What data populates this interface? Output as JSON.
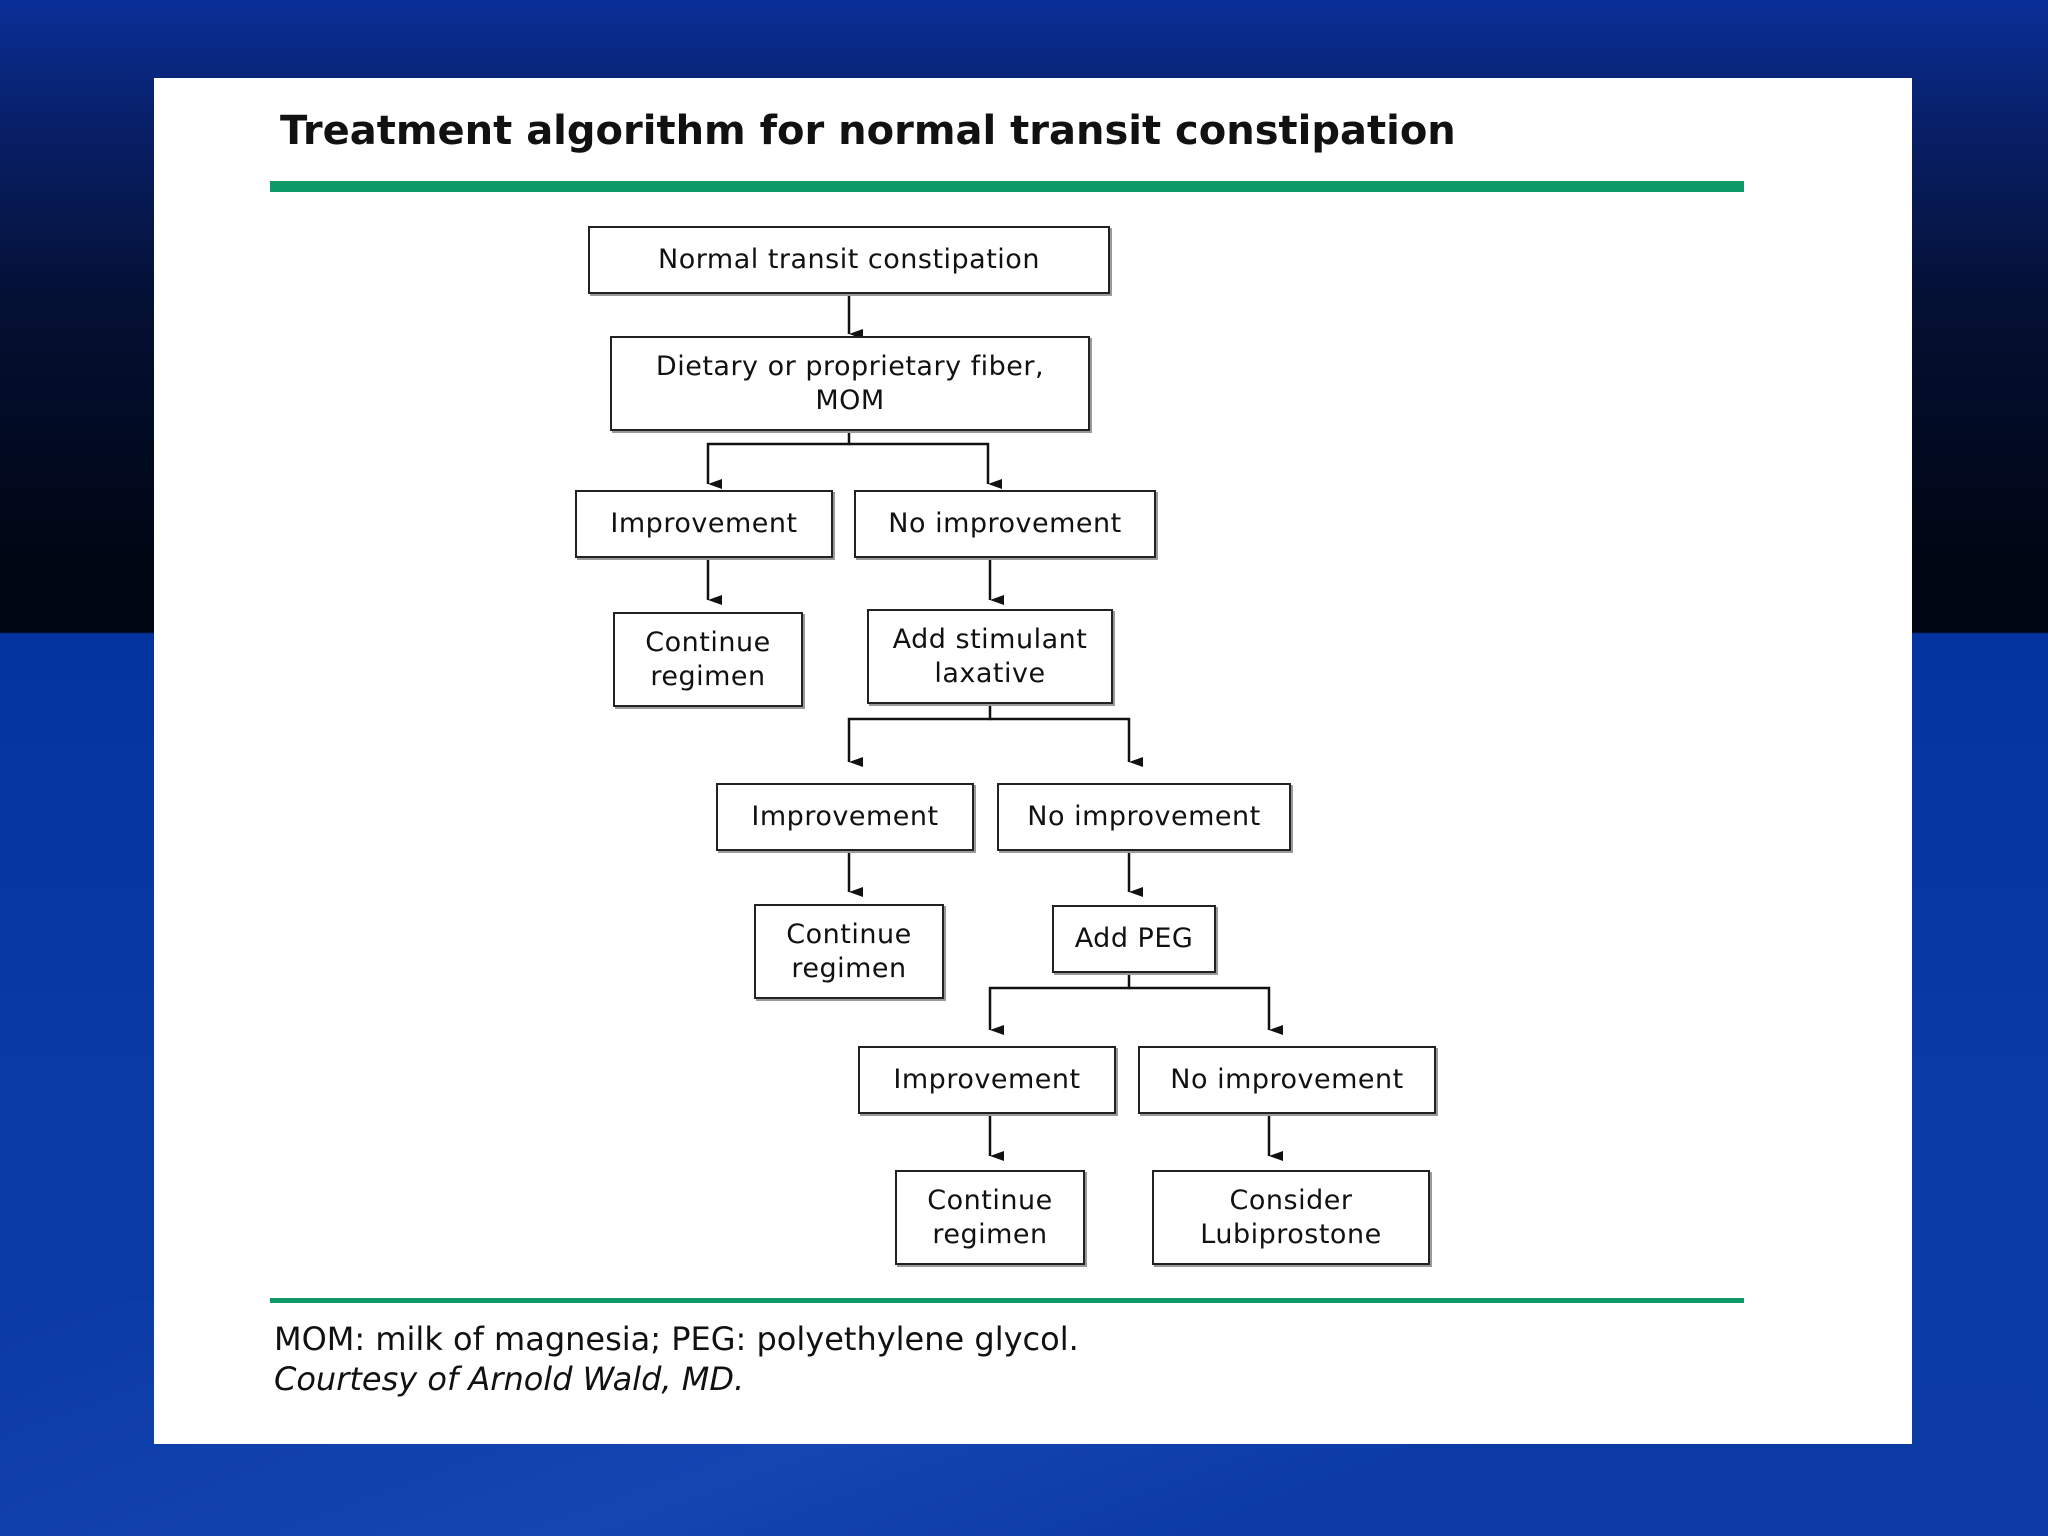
{
  "slide": {
    "title": "Treatment algorithm for normal transit constipation",
    "footnote": "MOM: milk of magnesia; PEG: polyethylene glycol.",
    "credit": "Courtesy of Arnold Wald, MD."
  },
  "flowchart": {
    "start": "Normal transit constipation",
    "step1": "Dietary or proprietary fiber,\nMOM",
    "step1_improvement": "Improvement",
    "step1_no_improvement": "No improvement",
    "step1_continue": "Continue\nregimen",
    "step2": "Add stimulant\nlaxative",
    "step2_improvement": "Improvement",
    "step2_no_improvement": "No improvement",
    "step2_continue": "Continue\nregimen",
    "step3": "Add PEG",
    "step3_improvement": "Improvement",
    "step3_no_improvement": "No improvement",
    "step3_continue": "Continue\nregimen",
    "final": "Consider\nLubiprostone"
  },
  "colors": {
    "rule": "#0e9a67",
    "background_top": "#0a2f98",
    "background_bottom": "#0b3aa5"
  }
}
